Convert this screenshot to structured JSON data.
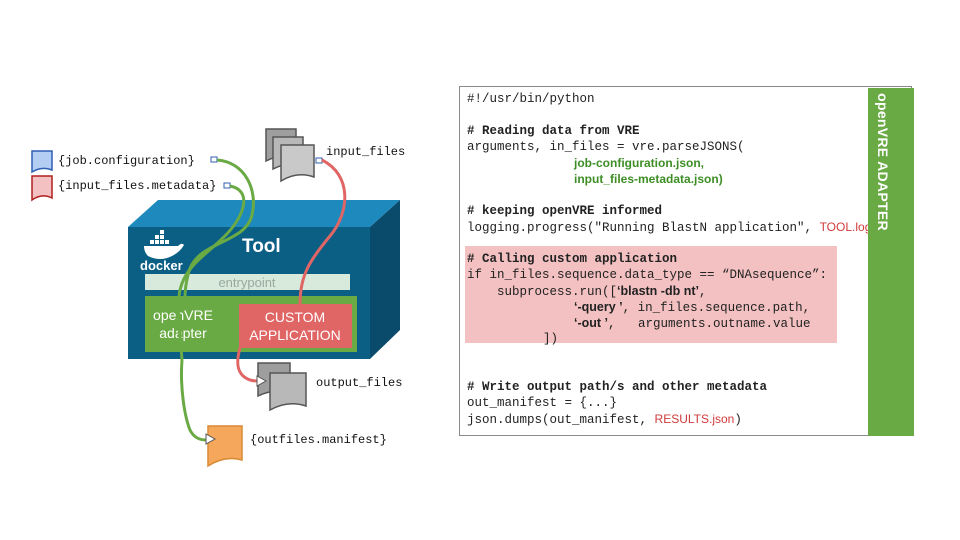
{
  "diagram": {
    "tool_label": "Tool",
    "docker_label": "docker",
    "entrypoint_label": "entrypoint",
    "adapter_label_line1": "openVRE",
    "adapter_label_line2": "adapter",
    "custom_app_line1": "CUSTOM",
    "custom_app_line2": "APPLICATION",
    "job_configuration": "{job.configuration}",
    "input_files_metadata": "{input_files.metadata}",
    "input_files": "input_files",
    "output_files": "output_files",
    "outfiles_manifest": "{outfiles.manifest}"
  },
  "code": {
    "shebang": "#!/usr/bin/python",
    "c_reading": "# Reading data from VRE",
    "l_arguments": "arguments, in_files = vre.parseJSONS(",
    "f_job_config": "job-configuration.json,",
    "f_input_meta": "input_files-metadata.json)",
    "c_keeping": "# keeping openVRE informed",
    "l_logging": "logging.progress(\"Running BlastN application\", ",
    "f_toollog": "TOOL.log",
    "l_logging_end": ")",
    "c_calling": "# Calling custom application",
    "l_if": "if in_files.sequence.data_type == “DNAsequence”:",
    "l_subprocess": "subprocess.run([",
    "a_blastn": "‘blastn -db nt’",
    "l_comma1": ",",
    "a_query": "‘-query ’",
    "l_query_rest": ", in_files.sequence.path,",
    "a_out": "‘-out ’",
    "l_out_rest": ",   arguments.outname.value",
    "l_close": "])",
    "c_write": "# Write output path/s and other metadata",
    "l_manifest": "out_manifest = {...}",
    "l_json": "json.dumps(out_manifest, ",
    "f_results": "RESULTS.json",
    "l_json_end": ")"
  },
  "adapter_bar_label": "openVRE ADAPTER",
  "colors": {
    "box_front": "#0b5f85",
    "box_top": "#1d89bd",
    "box_side": "#0a4a6a",
    "adapter_green": "#6aaa45",
    "custom_red": "#e06565",
    "highlight": "#f3c1c1",
    "manifest_orange": "#f5a85c"
  }
}
